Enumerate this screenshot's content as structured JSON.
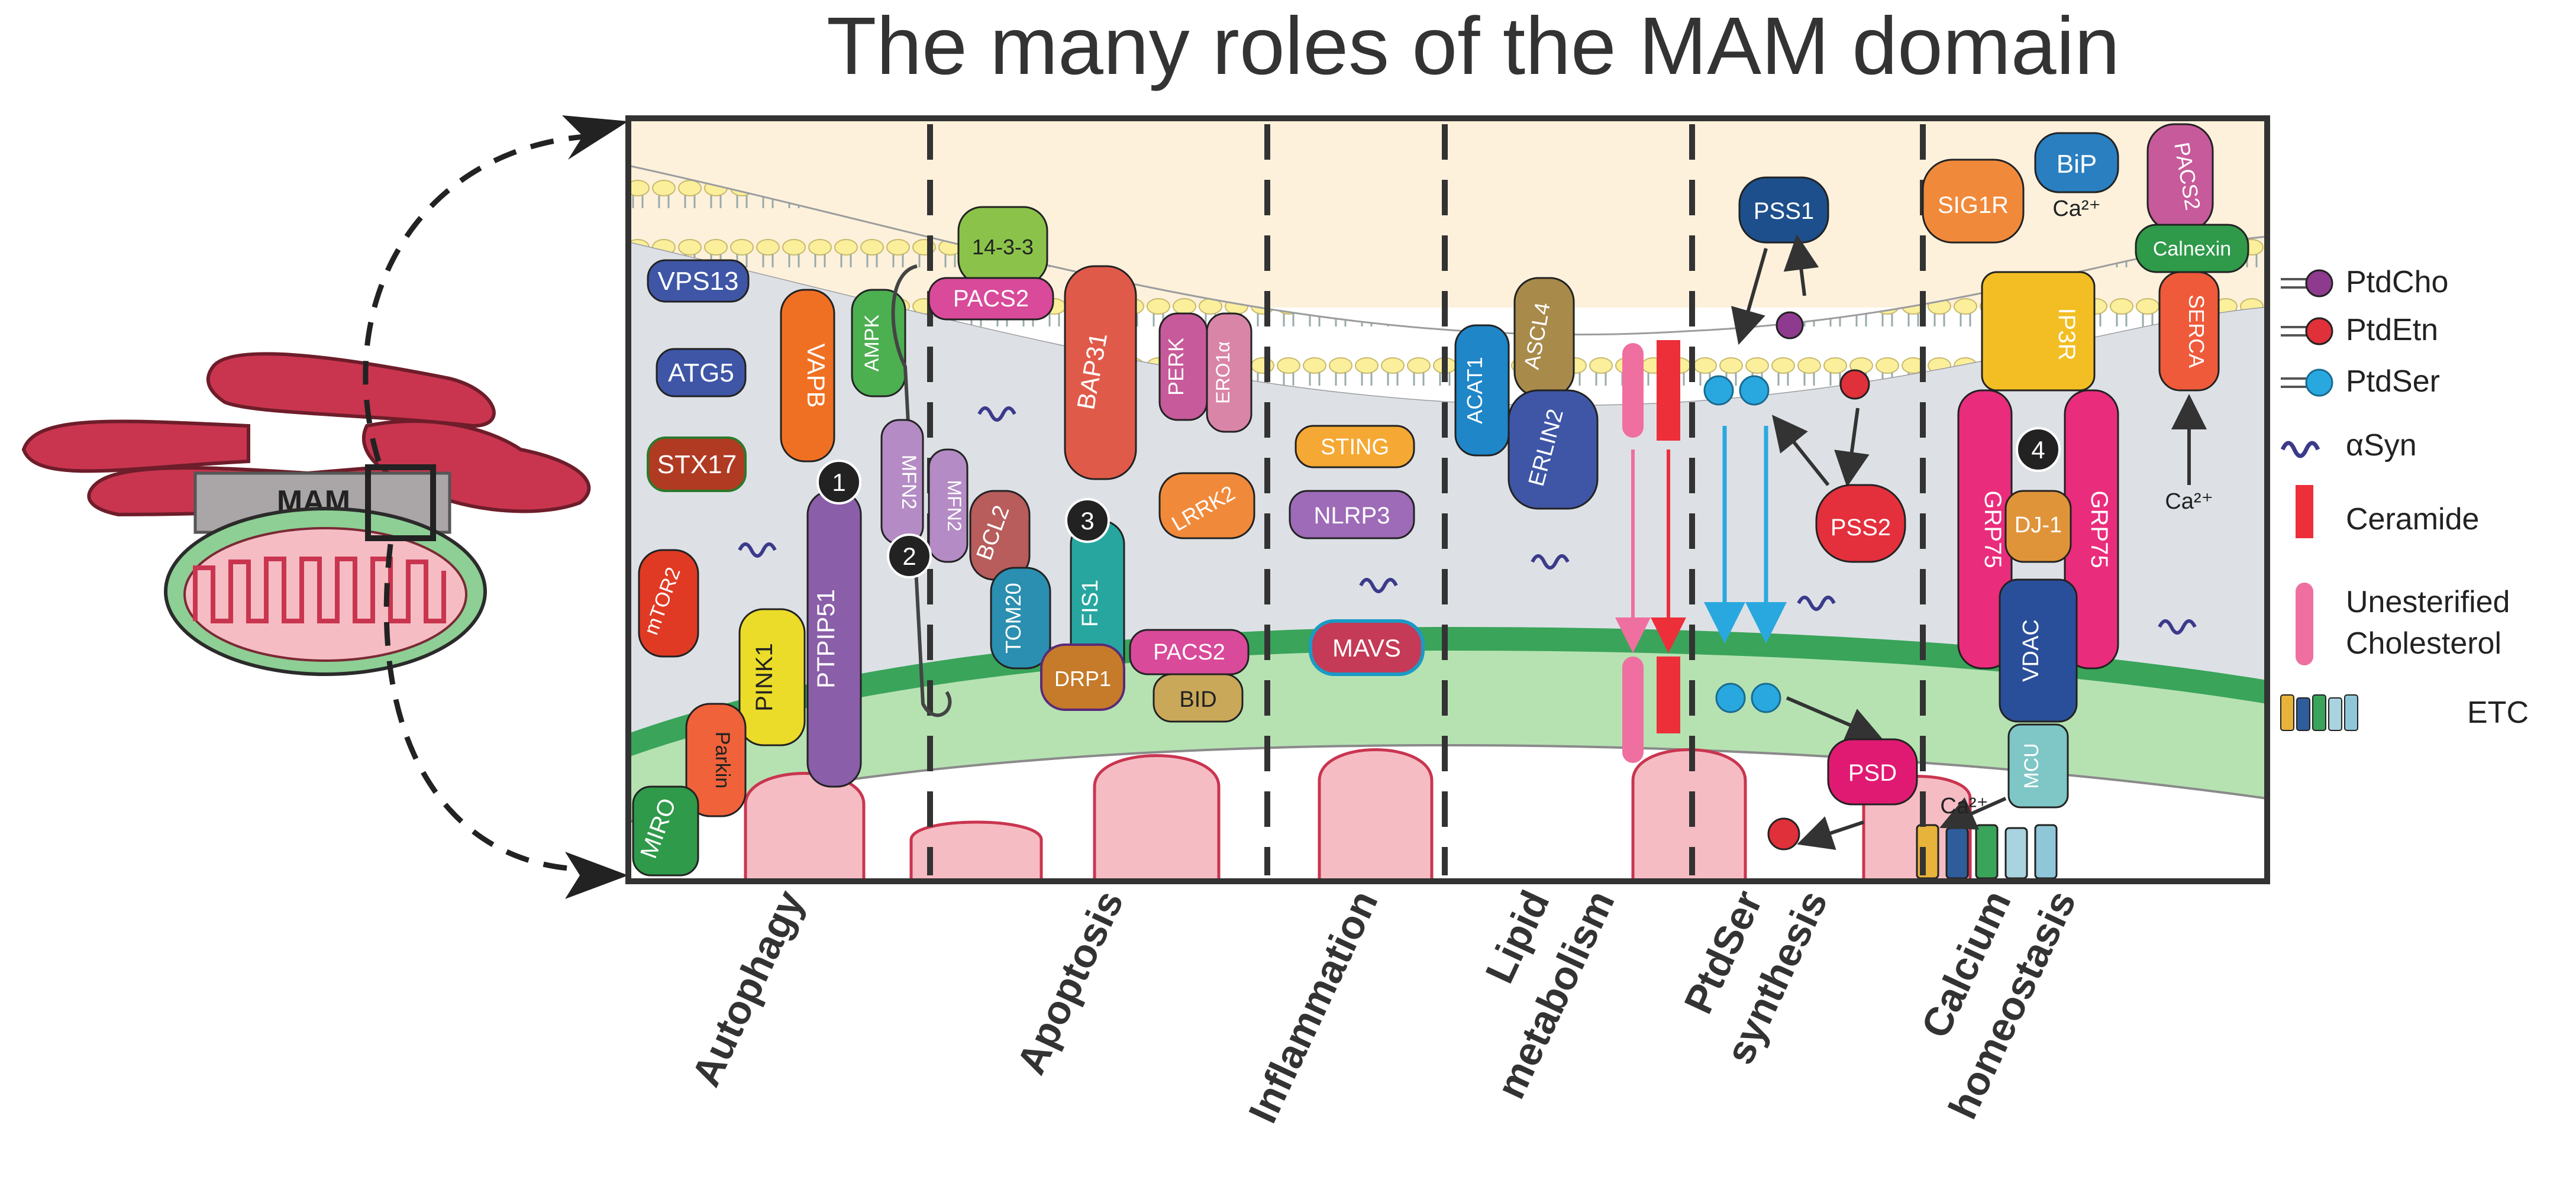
{
  "title": "The many roles of the MAM domain",
  "inset": {
    "mam_label": "MAM"
  },
  "categories": [
    {
      "label": "Autophagy"
    },
    {
      "label": "Apoptosis"
    },
    {
      "label": "Inflammation"
    },
    {
      "label": "Lipid",
      "label2": "metabolism"
    },
    {
      "label": "PtdSer",
      "label2": "synthesis"
    },
    {
      "label": "Calcium",
      "label2": "homeostasis"
    }
  ],
  "proteins": {
    "vps13": "VPS13",
    "atg5": "ATG5",
    "stx17": "STX17",
    "mtor2": "mTOR2",
    "vapb": "VAPB",
    "ampk": "AMPK",
    "ptpip51": "PTPIP51",
    "pink1": "PINK1",
    "parkin": "Parkin",
    "miro": "MIRO",
    "p1433": "14-3-3",
    "pacs2a": "PACS2",
    "mfn2a": "MFN2",
    "mfn2b": "MFN2",
    "bcl2": "BCL2",
    "tom20": "TOM20",
    "bap31": "BAP31",
    "fis1": "FIS1",
    "drp1": "DRP1",
    "pacs2b": "PACS2",
    "bid": "BID",
    "perk": "PERK",
    "ero1a": "ERO1α",
    "lrrk2": "LRRK2",
    "sting": "STING",
    "nlrp3": "NLRP3",
    "mavs": "MAVS",
    "acat1": "ACAT1",
    "ascl4": "ASCL4",
    "erlin2": "ERLIN2",
    "pss1": "PSS1",
    "pss2": "PSS2",
    "psd": "PSD",
    "sig1r": "SIG1R",
    "bip": "BiP",
    "pacs2c": "PACS2",
    "calnexin": "Calnexin",
    "serca": "SERCA",
    "ip3r": "IP3R",
    "grp75a": "GRP75",
    "grp75b": "GRP75",
    "dj1": "DJ-1",
    "vdac": "VDAC",
    "mcu": "MCU",
    "ca_1": "Ca²⁺",
    "ca_2": "Ca²⁺",
    "ca_3": "Ca²⁺"
  },
  "markers": {
    "m1": "1",
    "m2": "2",
    "m3": "3",
    "m4": "4"
  },
  "legend": [
    {
      "label": "PtdCho",
      "color": "#8e3a8e"
    },
    {
      "label": "PtdEtn",
      "color": "#e0303a"
    },
    {
      "label": "PtdSer",
      "color": "#29a8e0"
    },
    {
      "label": "αSyn",
      "color": "#3b3a8a"
    },
    {
      "label": "Ceramide",
      "color": "#ed2f3a"
    },
    {
      "label": "Unesterified",
      "label2": "Cholesterol",
      "color": "#ef6fa0"
    },
    {
      "label": "ETC",
      "color": "#2f5d9c"
    }
  ],
  "colors": {
    "er_lumen": "#fdf1dc",
    "cytosol": "#dde1e6",
    "mito_outer": "#8dcf94",
    "mito_matrix": "#f6bcc4",
    "ptdser_arrow": "#29a8e0",
    "cholesterol": "#ef6fa0",
    "ceramide": "#ed2f3a"
  }
}
